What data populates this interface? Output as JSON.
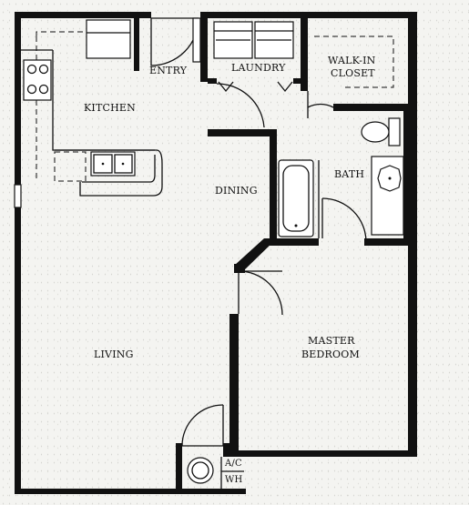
{
  "floorplan": {
    "rooms": {
      "kitchen": "KITCHEN",
      "entry": "ENTRY",
      "laundry": "LAUNDRY",
      "walkin_line1": "WALK-IN",
      "walkin_line2": "CLOSET",
      "bath": "BATH",
      "dining": "DINING",
      "living": "LIVING",
      "master_line1": "MASTER",
      "master_line2": "BEDROOM",
      "ac": "A/C",
      "wh": "WH"
    },
    "colors": {
      "wall": "#111111",
      "fixture": "#222222",
      "background": "#f4f4f1"
    }
  }
}
